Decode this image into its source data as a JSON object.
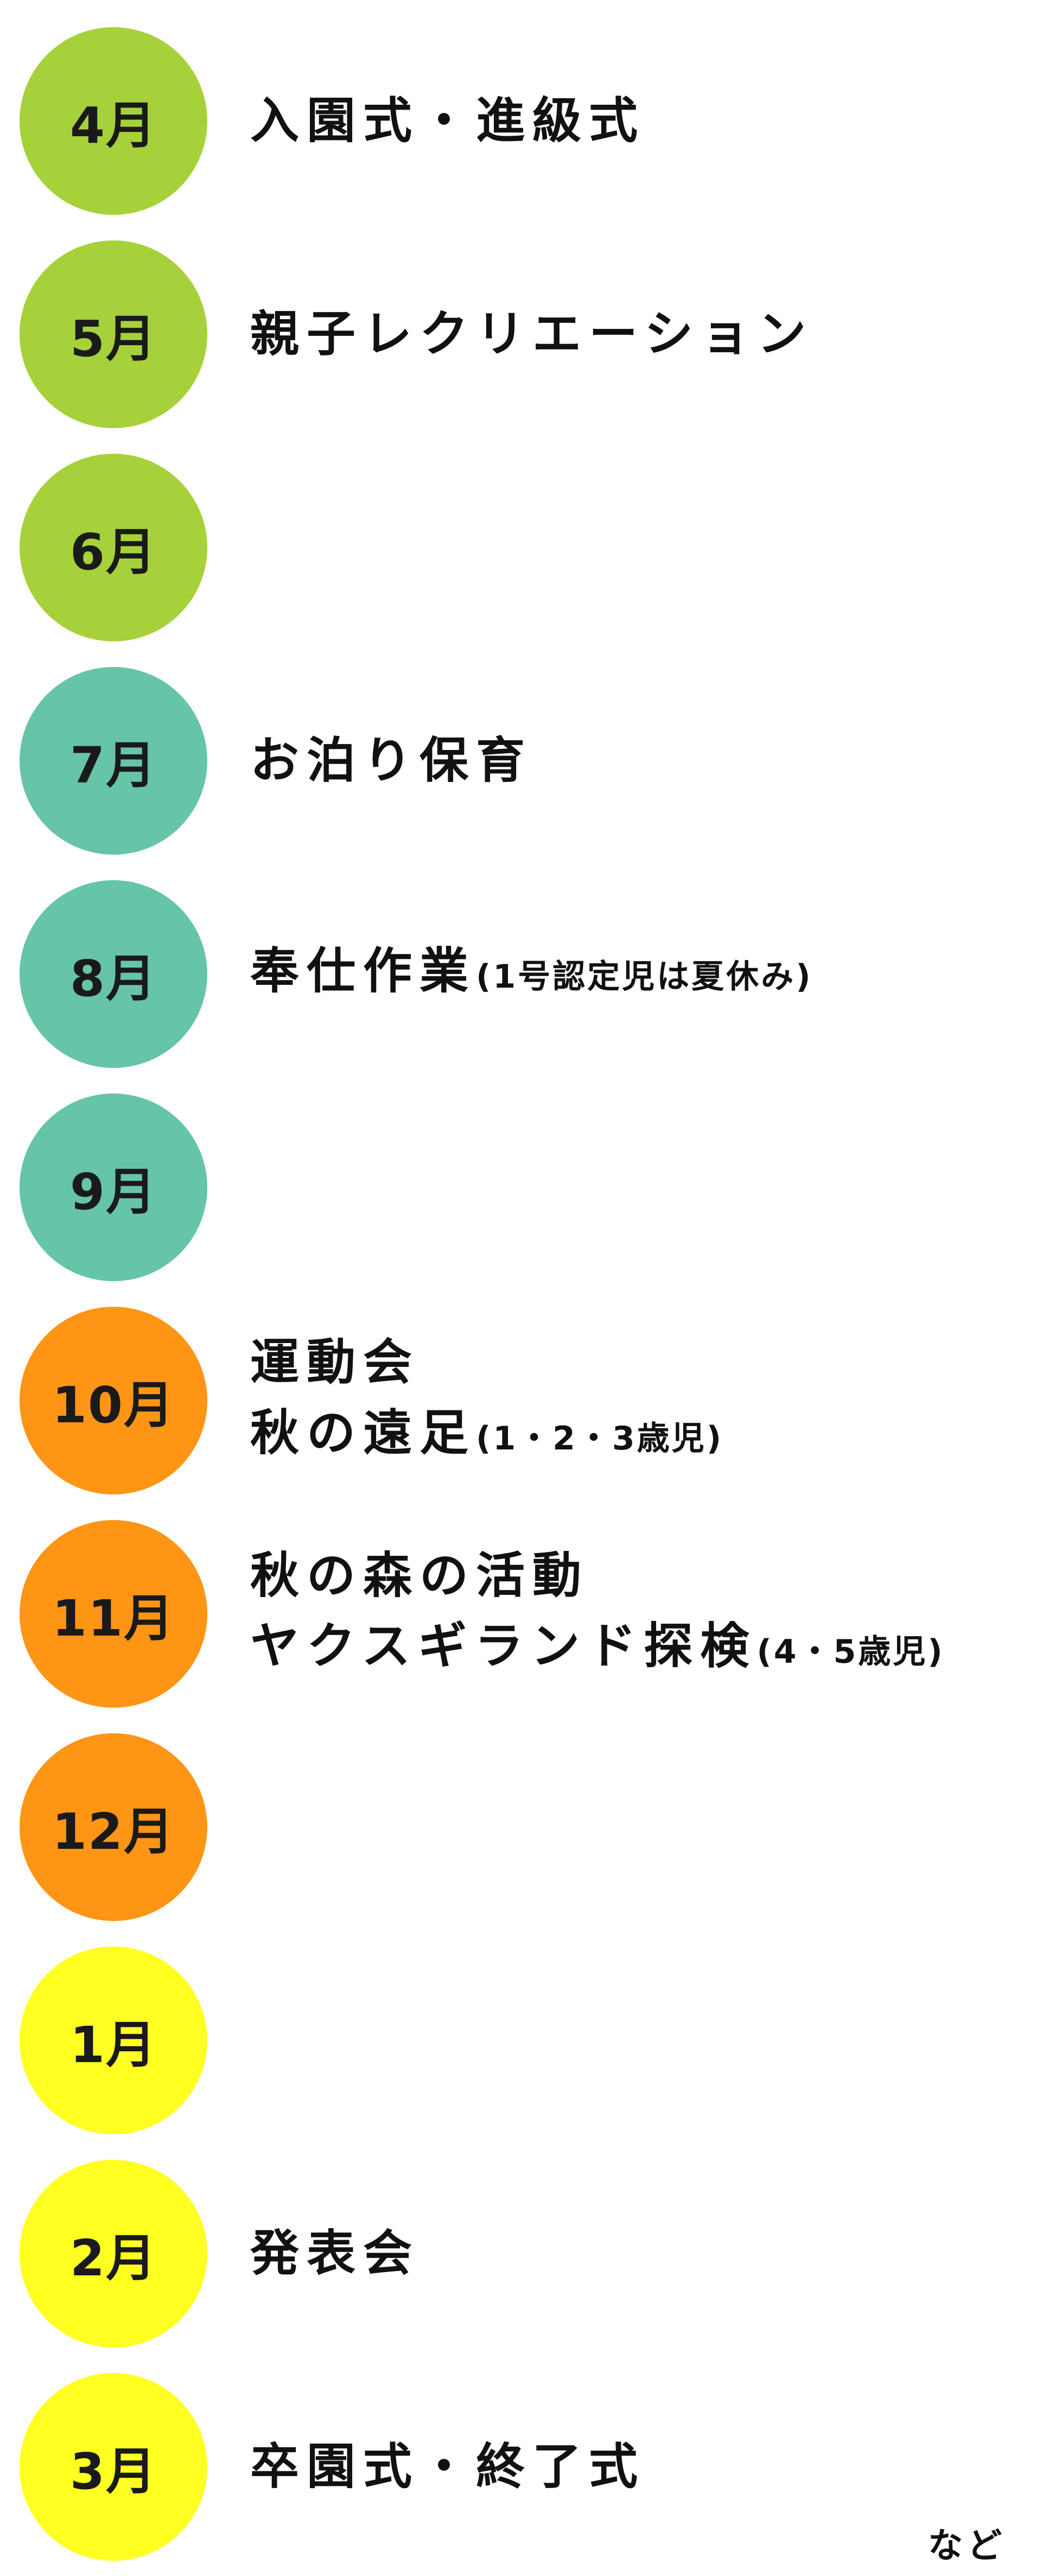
{
  "colors": {
    "green": "#a6d13a",
    "teal": "#66c4a9",
    "orange": "#ff9515",
    "yellow": "#ffff22"
  },
  "months": [
    {
      "label": "4月",
      "color": "green",
      "events": [
        {
          "text": "入園式・進級式",
          "note": ""
        }
      ]
    },
    {
      "label": "5月",
      "color": "green",
      "events": [
        {
          "text": "親子レクリエーション",
          "note": ""
        }
      ]
    },
    {
      "label": "6月",
      "color": "green",
      "events": []
    },
    {
      "label": "7月",
      "color": "teal",
      "events": [
        {
          "text": "お泊り保育",
          "note": ""
        }
      ]
    },
    {
      "label": "8月",
      "color": "teal",
      "events": [
        {
          "text": "奉仕作業",
          "note": "(1号認定児は夏休み)"
        }
      ]
    },
    {
      "label": "9月",
      "color": "teal",
      "events": []
    },
    {
      "label": "10月",
      "color": "orange",
      "events": [
        {
          "text": "運動会",
          "note": ""
        },
        {
          "text": "秋の遠足",
          "note": "(1・2・3歳児)"
        }
      ]
    },
    {
      "label": "11月",
      "color": "orange",
      "events": [
        {
          "text": "秋の森の活動",
          "note": ""
        },
        {
          "text": "ヤクスギランド探検",
          "note": "(4・5歳児)"
        }
      ]
    },
    {
      "label": "12月",
      "color": "orange",
      "events": []
    },
    {
      "label": "1月",
      "color": "yellow",
      "events": []
    },
    {
      "label": "2月",
      "color": "yellow",
      "events": [
        {
          "text": "発表会",
          "note": ""
        }
      ]
    },
    {
      "label": "3月",
      "color": "yellow",
      "events": [
        {
          "text": "卒園式・終了式",
          "note": ""
        }
      ]
    }
  ],
  "footer": {
    "etc": "など"
  }
}
